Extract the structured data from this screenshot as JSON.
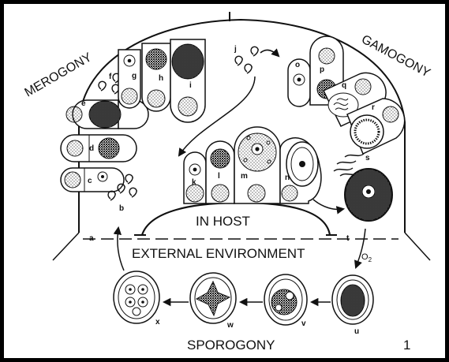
{
  "figure_number": "1",
  "stage_titles": {
    "merogony": "MEROGONY",
    "gamogony": "GAMOGONY",
    "sporogony": "SPOROGONY"
  },
  "regions": {
    "in_host": "IN HOST",
    "external_environment": "EXTERNAL ENVIRONMENT"
  },
  "oxygen_label": "O",
  "oxygen_subscript": "2",
  "stage_letters": {
    "a": "a",
    "b": "b",
    "c": "c",
    "d": "d",
    "e": "e",
    "f": "f",
    "g": "g",
    "h": "h",
    "i": "i",
    "j": "j",
    "k": "k",
    "l": "l",
    "m": "m",
    "n": "n",
    "o": "o",
    "p": "p",
    "q": "q",
    "r": "r",
    "s": "s",
    "t": "t",
    "u": "u",
    "v": "v",
    "w": "w",
    "x": "x"
  },
  "colors": {
    "ink": "#111111",
    "paper": "#ffffff"
  }
}
